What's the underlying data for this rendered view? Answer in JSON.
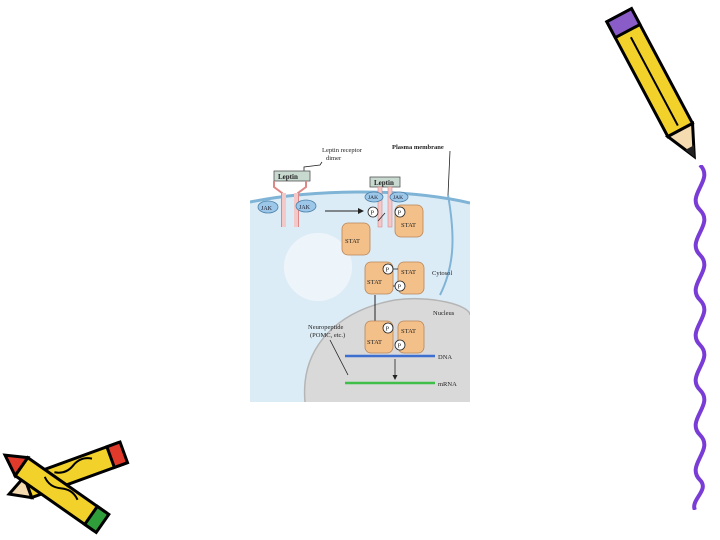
{
  "figure": {
    "labels": {
      "receptor_dimer": [
        "Leptin receptor",
        "dimer"
      ],
      "plasma_membrane": "Plasma membrane",
      "leptin_left": "Leptin",
      "leptin_right": "Leptin",
      "jak_1": "JAK",
      "jak_2": "JAK",
      "jak_3": "JAK",
      "jak_4": "JAK",
      "p_1": "P",
      "p_2": "P",
      "p_3": "P",
      "p_4": "P",
      "p_5": "P",
      "p_6": "P",
      "stat_1": "STAT",
      "stat_2": "STAT",
      "stat_3": "STAT",
      "stat_4": "STAT",
      "stat_5": "STAT",
      "stat_6": "STAT",
      "cytosol": "Cytosol",
      "nucleus": "Nucleus",
      "neuropeptide": [
        "Neuropeptide",
        "(POMC, etc.)"
      ],
      "dna": "DNA",
      "mrna": "mRNA"
    }
  },
  "colors": {
    "cytosol": "#dcecf6",
    "membrane": "#7fb4d6",
    "nucleus": "#d9d9d9",
    "stat": "#f4c08a",
    "jak": "#9cc7e8",
    "dna": "#3d6fd1",
    "mrna": "#3fbf4a"
  }
}
